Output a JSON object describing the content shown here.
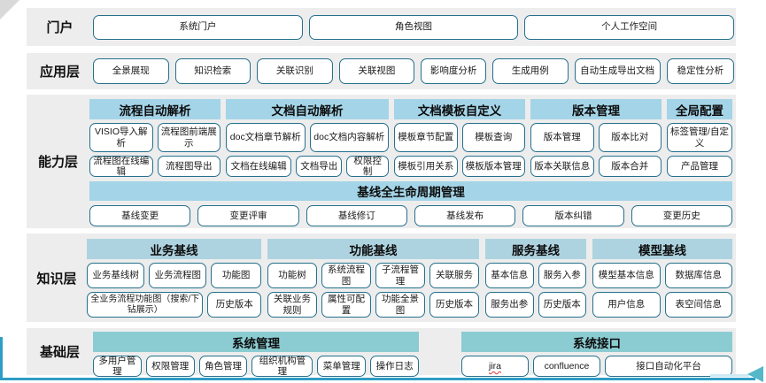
{
  "colors": {
    "band_background": "#ededed",
    "header_blue": "#a4d4e7",
    "header_blue_muted": "#aed3e0",
    "header_teal": "#8bccd2",
    "button_border": "#26708c",
    "window_border": "#2f9dc4",
    "arrow_teal": "#55b7c8",
    "misspell_underline": "#e03131"
  },
  "misspelled_items": [
    "jira"
  ],
  "portal": {
    "label": "门户",
    "items": [
      "系统门户",
      "角色视图",
      "个人工作空间"
    ]
  },
  "application": {
    "label": "应用层",
    "items": [
      "全景展现",
      "知识检索",
      "关联识别",
      "关联视图",
      "影响度分析",
      "生成用例",
      "自动生成导出文档",
      "稳定性分析"
    ]
  },
  "capability": {
    "label": "能力层",
    "groups": [
      {
        "title": "流程自动解析",
        "rows": [
          [
            "VISIO导入解析",
            "流程图前端展示"
          ],
          [
            "流程图在线编辑",
            "流程图导出"
          ]
        ]
      },
      {
        "title": "文档自动解析",
        "rows": [
          [
            "doc文档章节解析",
            "doc文档内容解析"
          ],
          [
            "文档在线编辑",
            "文档导出",
            "权限控制"
          ]
        ]
      },
      {
        "title": "文档模板自定义",
        "rows": [
          [
            "模板章节配置",
            "模板查询"
          ],
          [
            "模板引用关系",
            "模板版本管理"
          ]
        ]
      },
      {
        "title": "版本管理",
        "rows": [
          [
            "版本管理",
            "版本比对"
          ],
          [
            "版本关联信息",
            "版本合并"
          ]
        ]
      },
      {
        "title": "全局配置",
        "rows": [
          [
            "标签管理/自定义"
          ],
          [
            "产品管理"
          ]
        ]
      }
    ],
    "baseline": {
      "title": "基线全生命周期管理",
      "items": [
        "基线变更",
        "变更评审",
        "基线修订",
        "基线发布",
        "版本纠错",
        "变更历史"
      ]
    }
  },
  "knowledge": {
    "label": "知识层",
    "groups": [
      {
        "title": "业务基线",
        "rows": [
          [
            "业务基线树",
            "业务流程图",
            "功能图"
          ],
          [
            "全业务流程功能图（搜索/下钻展示）",
            "历史版本"
          ]
        ]
      },
      {
        "title": "功能基线",
        "rows": [
          [
            "功能树",
            "系统流程图",
            "子流程管理",
            "关联服务"
          ],
          [
            "关联业务规则",
            "属性可配置",
            "功能全景图",
            "历史版本"
          ]
        ]
      },
      {
        "title": "服务基线",
        "rows": [
          [
            "基本信息",
            "服务入参"
          ],
          [
            "服务出参",
            "历史版本"
          ]
        ]
      },
      {
        "title": "模型基线",
        "rows": [
          [
            "模型基本信息",
            "数据库信息"
          ],
          [
            "用户信息",
            "表空间信息"
          ]
        ]
      }
    ]
  },
  "foundation": {
    "label": "基础层",
    "groups": [
      {
        "title": "系统管理",
        "rows": [
          [
            "多用户管理",
            "权限管理",
            "角色管理",
            "组织机构管理",
            "菜单管理",
            "操作日志"
          ]
        ]
      },
      {
        "title": "系统接口",
        "rows": [
          [
            "jira",
            "confluence",
            "接口自动化平台"
          ]
        ]
      }
    ]
  }
}
